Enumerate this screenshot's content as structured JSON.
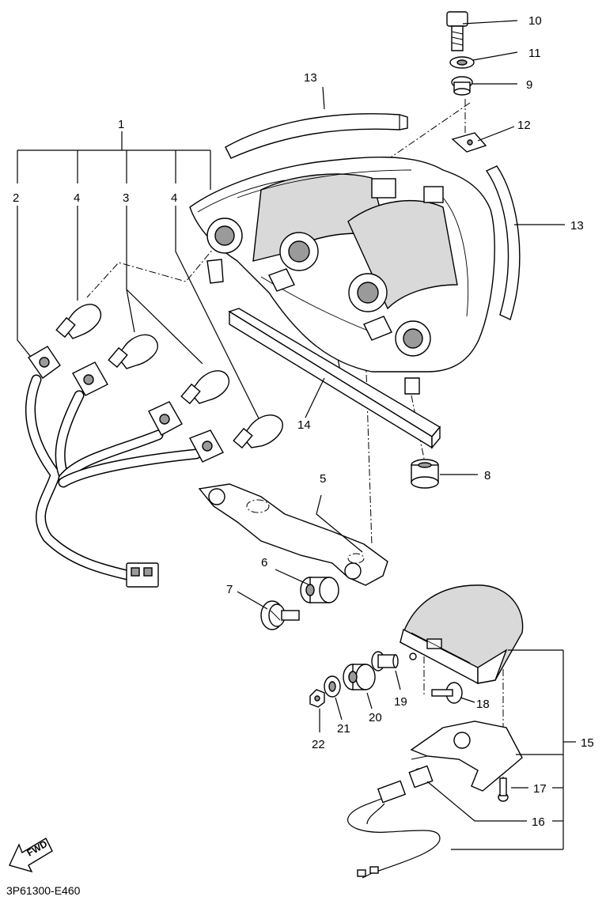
{
  "diagram_code": "3P61300-E460",
  "fwd_label": "FWD",
  "callouts": {
    "c1": "1",
    "c2": "2",
    "c3": "3",
    "c4a": "4",
    "c4b": "4",
    "c5": "5",
    "c6": "6",
    "c7": "7",
    "c8": "8",
    "c9": "9",
    "c10": "10",
    "c11": "11",
    "c12": "12",
    "c13a": "13",
    "c13b": "13",
    "c14": "14",
    "c15": "15",
    "c16": "16",
    "c17": "17",
    "c18": "18",
    "c19": "19",
    "c20": "20",
    "c21": "21",
    "c22": "22"
  }
}
